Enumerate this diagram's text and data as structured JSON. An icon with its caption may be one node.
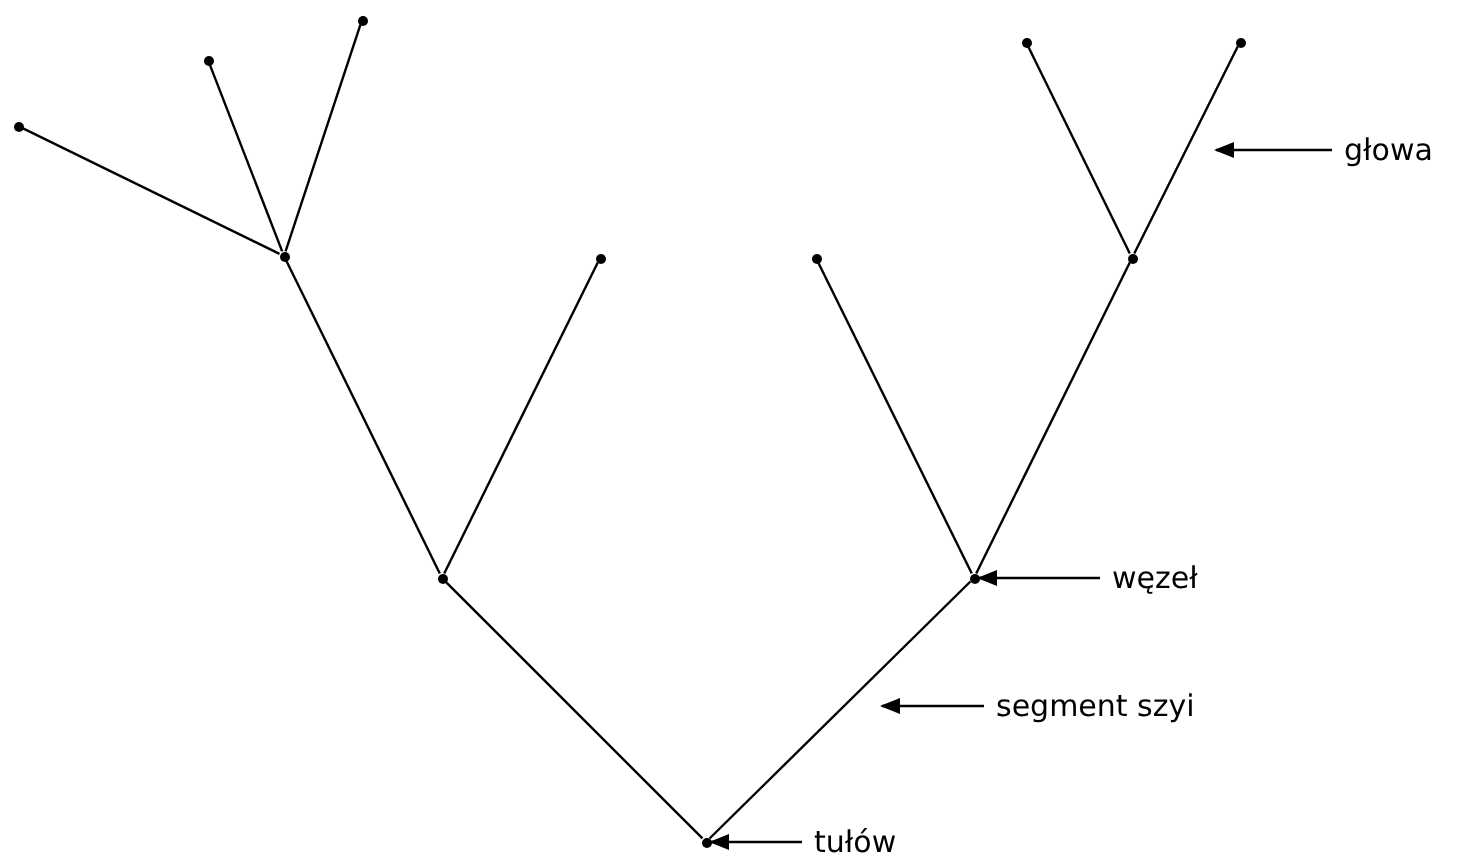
{
  "diagram": {
    "nodes": [
      {
        "text": [],
        "shape": "circle"
      },
      {
        "text": [],
        "shape": "circle"
      },
      {
        "text": [],
        "shape": "circle"
      },
      {
        "text": [],
        "shape": "circle"
      },
      {
        "text": [],
        "shape": "circle"
      },
      {
        "text": [],
        "shape": "circle"
      },
      {
        "text": [],
        "shape": "circle"
      },
      {
        "text": [],
        "shape": "circle"
      },
      {
        "text": [],
        "shape": "circle"
      },
      {
        "text": [],
        "shape": "circle"
      },
      {
        "text": [],
        "shape": "circle"
      },
      {
        "text": [],
        "shape": "circle"
      },
      {
        "text": [
          "głowa"
        ]
      },
      {
        "text": [
          "węzeł"
        ]
      },
      {
        "text": [
          "segment szyi"
        ]
      },
      {
        "text": [
          "tułów"
        ]
      }
    ],
    "edges": [
      {
        "from": 5,
        "to": 4,
        "arrow": "none"
      },
      {
        "from": 5,
        "to": 3,
        "arrow": "none"
      },
      {
        "from": 5,
        "to": 0,
        "arrow": "none"
      },
      {
        "from": 9,
        "to": 5,
        "arrow": "none"
      },
      {
        "from": 9,
        "to": 6,
        "arrow": "none"
      },
      {
        "from": 11,
        "to": 9,
        "arrow": "none"
      },
      {
        "from": 11,
        "to": 10,
        "arrow": "none"
      },
      {
        "from": 10,
        "to": 7,
        "arrow": "none"
      },
      {
        "from": 10,
        "to": 8,
        "arrow": "none"
      },
      {
        "from": 8,
        "to": 1,
        "arrow": "none"
      },
      {
        "from": 8,
        "to": 2,
        "arrow": "none"
      },
      {
        "from": 12,
        "to": null,
        "arrow": "to"
      },
      {
        "from": 13,
        "to": 10,
        "arrow": "to"
      },
      {
        "from": 14,
        "to": null,
        "arrow": "to"
      },
      {
        "from": 15,
        "to": 11,
        "arrow": "to"
      }
    ]
  }
}
